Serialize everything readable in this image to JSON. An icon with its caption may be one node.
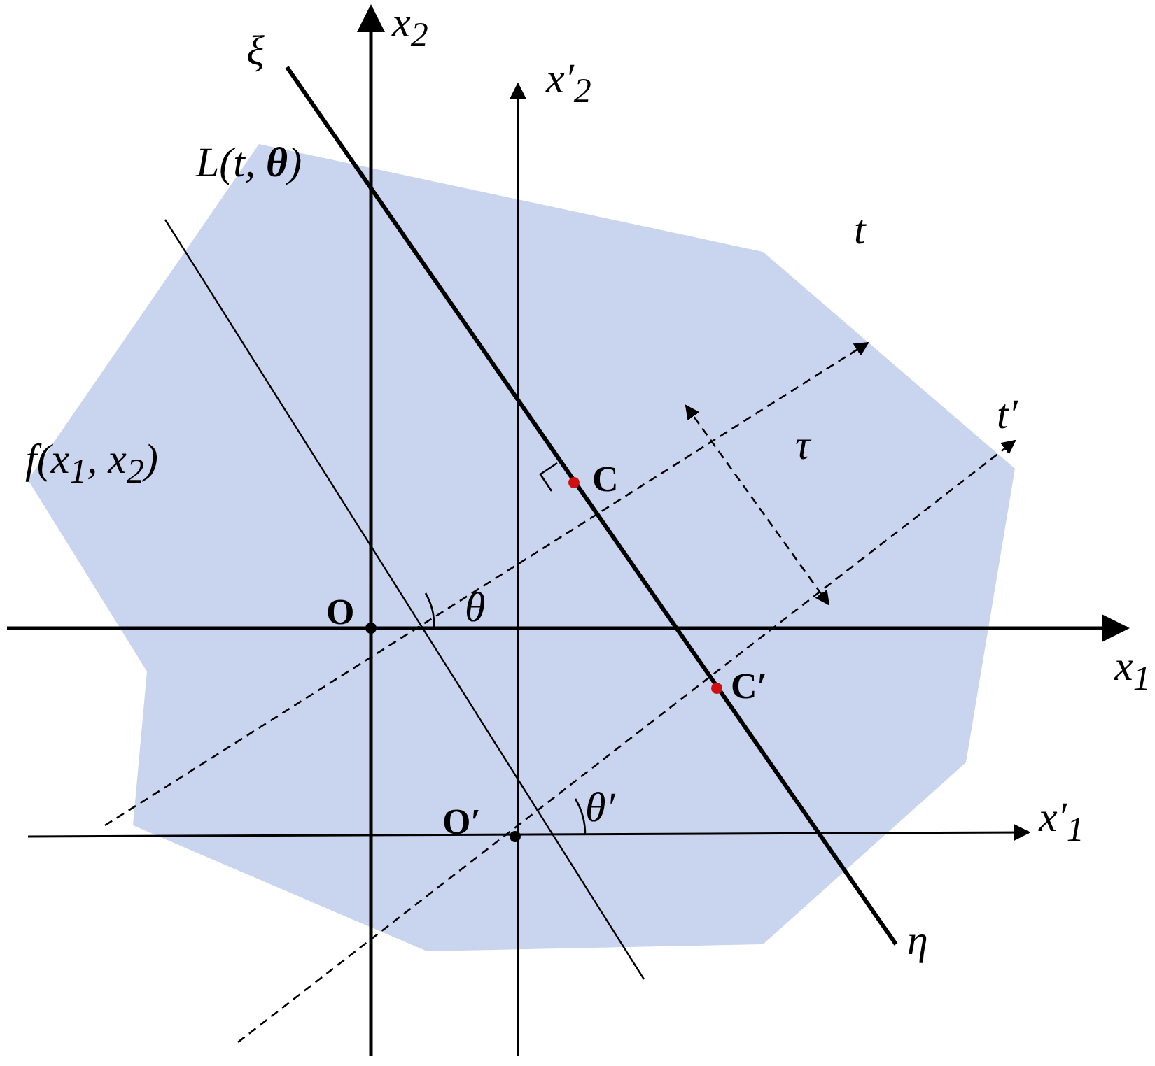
{
  "diagram": {
    "labels": [
      "x$_{2}$",
      "ξ",
      "x′$_{2}$",
      "L(t, **θ**)",
      "t",
      "t′",
      "f(x$_{1}$, x$_{2}$)",
      "C",
      "τ",
      "O",
      "θ",
      "x$_{1}$",
      "C′",
      "O′",
      "θ′",
      "x′$_{1}$",
      "η"
    ]
  }
}
